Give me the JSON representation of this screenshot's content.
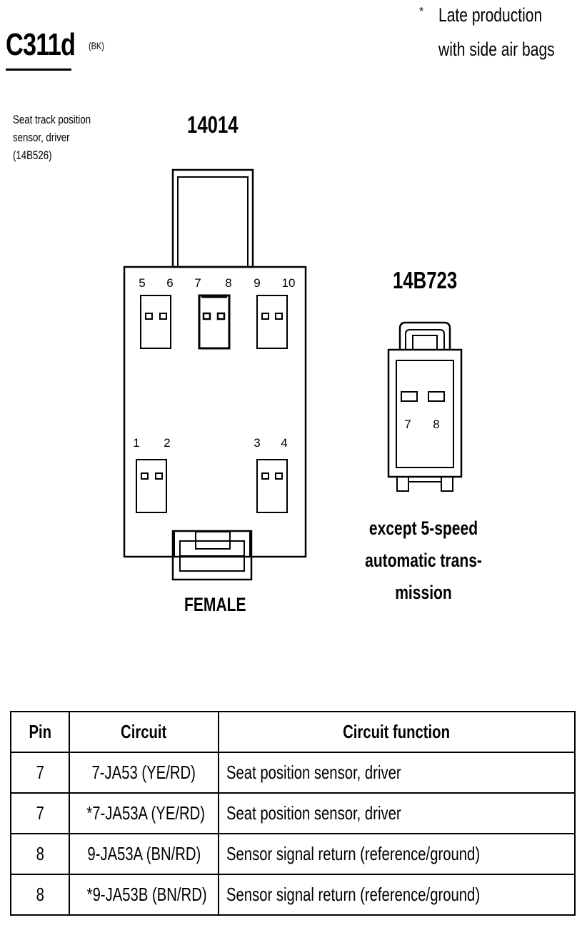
{
  "header": {
    "connector_id": "C311d",
    "color_code": "(BK)"
  },
  "note": {
    "marker": "*",
    "line1": "Late production",
    "line2": "with side air bags"
  },
  "component": {
    "lines": [
      "Seat track position",
      "sensor, driver",
      "(14B526)"
    ]
  },
  "connector_main": {
    "part_number": "14014",
    "gender_label": "FEMALE",
    "pin_labels_top": [
      "5",
      "6",
      "7",
      "8",
      "9",
      "10"
    ],
    "pin_labels_bottom": [
      "1",
      "2",
      "3",
      "4"
    ]
  },
  "connector_alt": {
    "part_number": "14B723",
    "pin_labels": [
      "7",
      "8"
    ],
    "note_lines": [
      "except 5-speed",
      "automatic trans-",
      "mission"
    ]
  },
  "pin_table": {
    "headers": [
      "Pin",
      "Circuit",
      "Circuit function"
    ],
    "rows": [
      {
        "pin": "7",
        "circuit": "7-JA53 (YE/RD)",
        "function": "Seat position sensor, driver"
      },
      {
        "pin": "7",
        "circuit": "*7-JA53A (YE/RD)",
        "function": "Seat position sensor, driver"
      },
      {
        "pin": "8",
        "circuit": "9-JA53A (BN/RD)",
        "function": "Sensor signal return (reference/ground)"
      },
      {
        "pin": "8",
        "circuit": "*9-JA53B (BN/RD)",
        "function": "Sensor signal return (reference/ground)"
      }
    ]
  }
}
